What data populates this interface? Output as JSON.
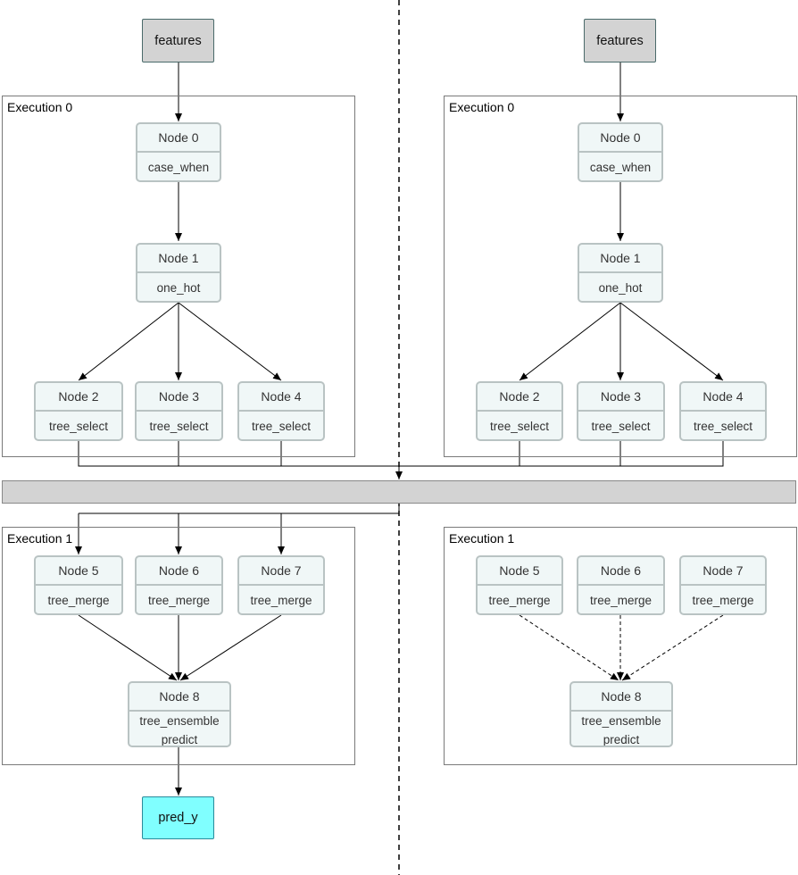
{
  "left": {
    "input_label": "features",
    "output_label": "pred_y",
    "execution0": {
      "label": "Execution 0",
      "nodes": [
        {
          "id": "Node 0",
          "op": "case_when"
        },
        {
          "id": "Node 1",
          "op": "one_hot"
        },
        {
          "id": "Node 2",
          "op": "tree_select"
        },
        {
          "id": "Node 3",
          "op": "tree_select"
        },
        {
          "id": "Node 4",
          "op": "tree_select"
        }
      ]
    },
    "execution1": {
      "label": "Execution 1",
      "nodes": [
        {
          "id": "Node 5",
          "op": "tree_merge"
        },
        {
          "id": "Node 6",
          "op": "tree_merge"
        },
        {
          "id": "Node 7",
          "op": "tree_merge"
        },
        {
          "id": "Node 8",
          "op_line1": "tree_ensemble",
          "op_line2": "predict"
        }
      ]
    }
  },
  "right": {
    "input_label": "features",
    "execution0": {
      "label": "Execution 0",
      "nodes": [
        {
          "id": "Node 0",
          "op": "case_when"
        },
        {
          "id": "Node 1",
          "op": "one_hot"
        },
        {
          "id": "Node 2",
          "op": "tree_select"
        },
        {
          "id": "Node 3",
          "op": "tree_select"
        },
        {
          "id": "Node 4",
          "op": "tree_select"
        }
      ]
    },
    "execution1": {
      "label": "Execution 1",
      "nodes": [
        {
          "id": "Node 5",
          "op": "tree_merge"
        },
        {
          "id": "Node 6",
          "op": "tree_merge"
        },
        {
          "id": "Node 7",
          "op": "tree_merge"
        },
        {
          "id": "Node 8",
          "op_line1": "tree_ensemble",
          "op_line2": "predict"
        }
      ]
    }
  },
  "colors": {
    "node_fill": "#f0f7f7",
    "node_border": "#b9c3c3",
    "input_fill": "#d3d3d3",
    "output_fill": "#80ffff",
    "sync_bar_fill": "#d3d3d3"
  }
}
